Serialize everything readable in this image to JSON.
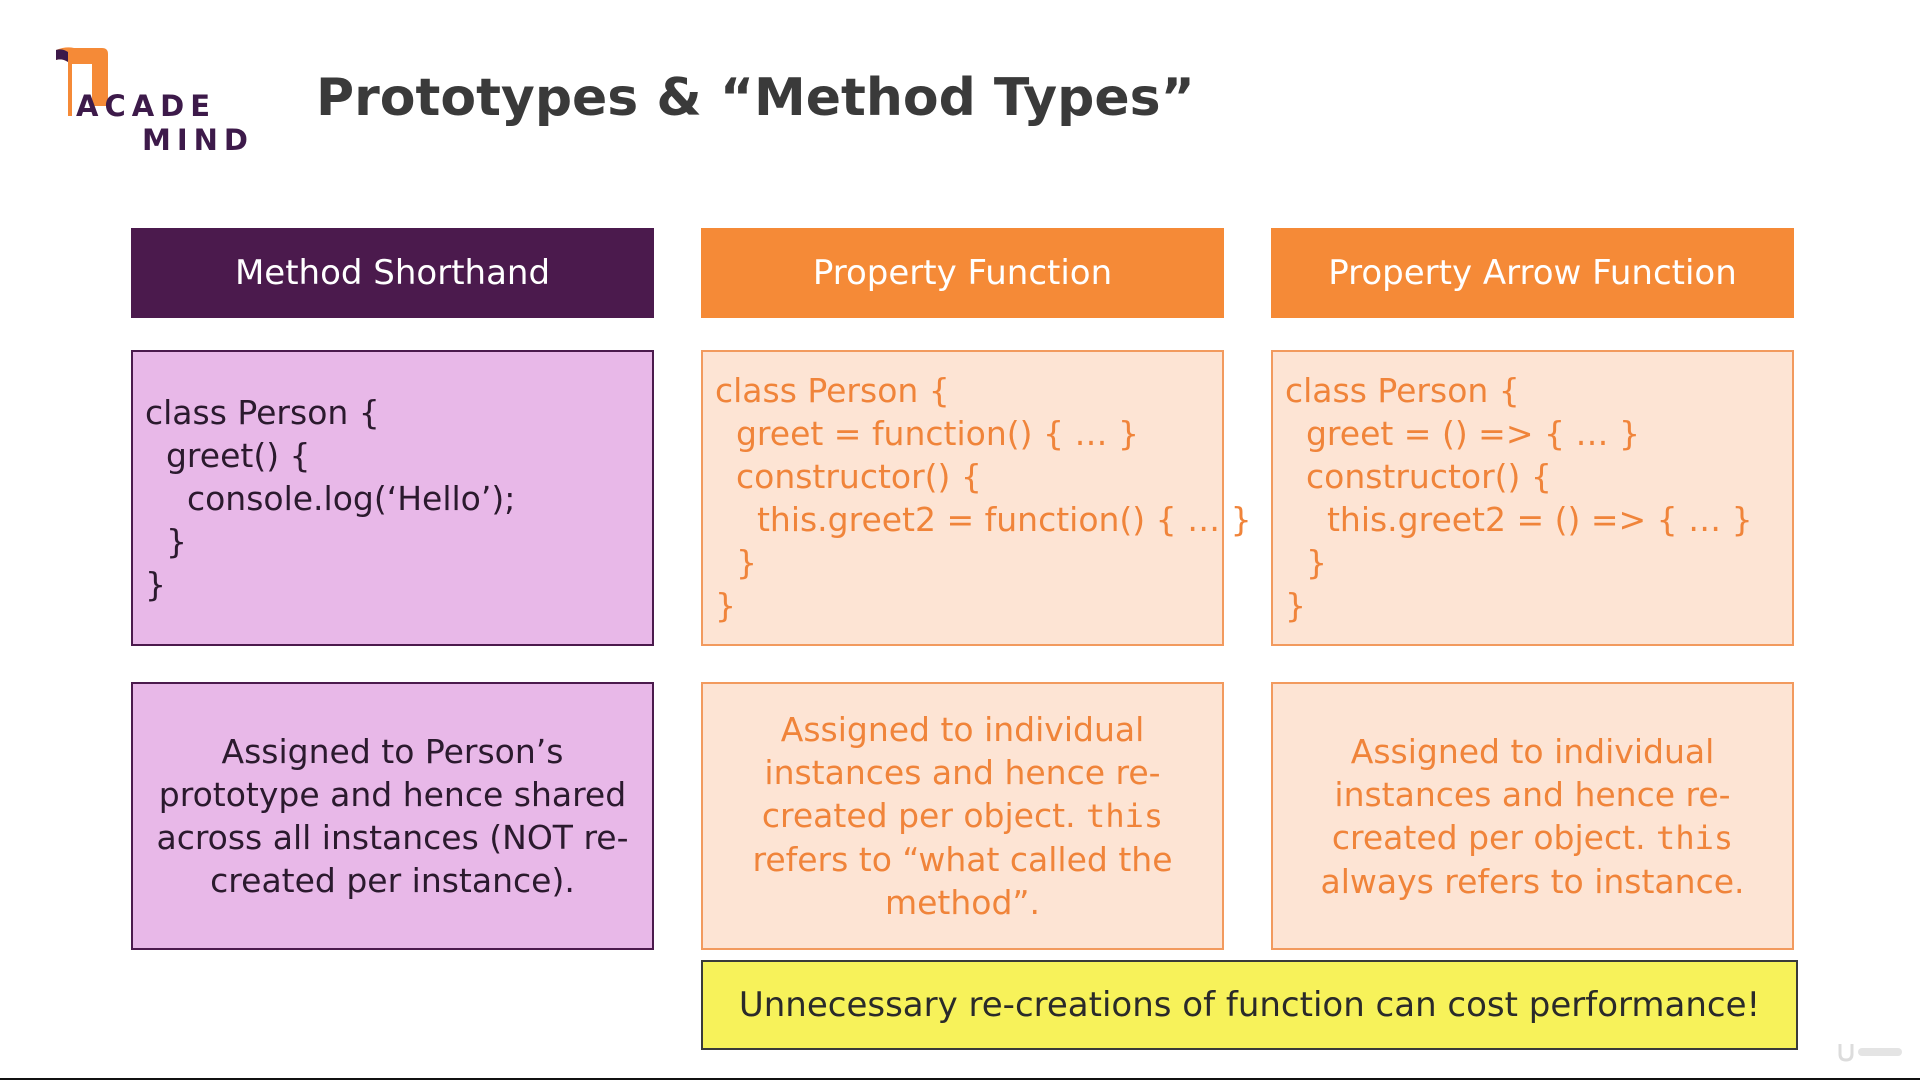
{
  "logo": {
    "line1": "ACADE",
    "line2": "MIND"
  },
  "title": "Prototypes & “Method Types”",
  "columns": [
    {
      "header": "Method Shorthand",
      "code": [
        "class Person {",
        "  greet() {",
        "    console.log(‘Hello’);",
        "  }",
        "}"
      ],
      "description": [
        [
          "Assigned to Person’s"
        ],
        [
          "prototype and hence shared"
        ],
        [
          "across all instances (NOT re-"
        ],
        [
          "created per instance)."
        ]
      ]
    },
    {
      "header": "Property Function",
      "code": [
        "class Person {",
        "  greet = function() { … }",
        "  constructor() {",
        "    this.greet2 = function() { … }",
        "  }",
        "}"
      ],
      "description": [
        [
          "Assigned to individual"
        ],
        [
          "instances and hence re-"
        ],
        [
          "created per object. ",
          "this"
        ],
        [
          "refers to “what called the"
        ],
        [
          "method”."
        ]
      ]
    },
    {
      "header": "Property Arrow Function",
      "code": [
        "class Person {",
        "  greet = () => { … }",
        "  constructor() {",
        "    this.greet2 = () => { … }",
        "  }",
        "}"
      ],
      "description": [
        [
          "Assigned to individual"
        ],
        [
          "instances and hence re-"
        ],
        [
          "created per object. ",
          "this"
        ],
        [
          "always refers to instance."
        ]
      ]
    }
  ],
  "note": "Unnecessary re-creations of function can cost performance!",
  "colors": {
    "dark_purple": "#4b1a4d",
    "light_purple": "#e8b8e8",
    "orange": "#f58a37",
    "peach": "#fde4d4",
    "peach_text": "#f0843a",
    "yellow": "#f7f25a"
  }
}
